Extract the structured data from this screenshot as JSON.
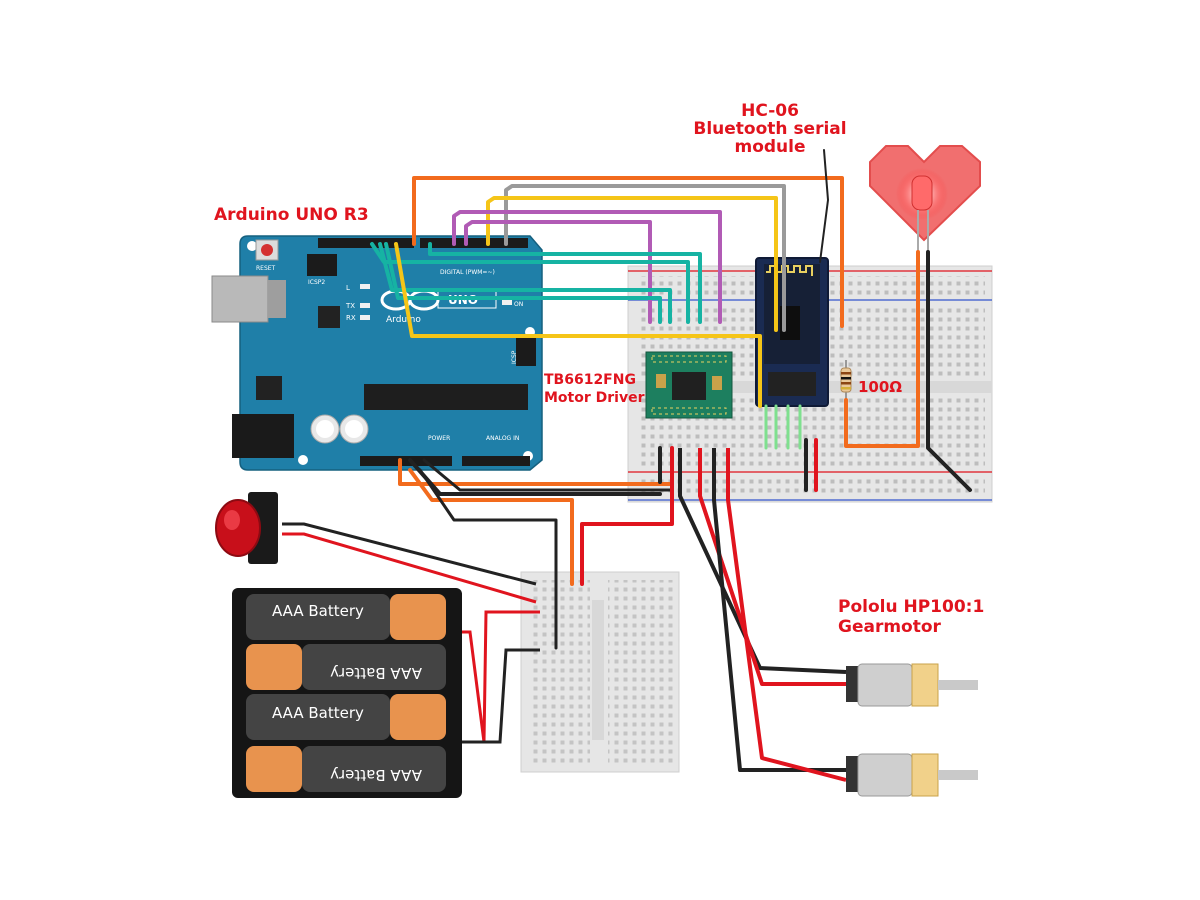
{
  "labels": {
    "arduino": "Arduino UNO R3",
    "hc06_line1": "HC-06",
    "hc06_line2": "Bluetooth serial",
    "hc06_line3": "module",
    "driver_line1": "TB6612FNG",
    "driver_line2": "Motor Driver",
    "resistor": "100Ω",
    "motor_line1": "Pololu HP100:1",
    "motor_line2": "Gearmotor"
  },
  "arduino_board": {
    "reset": "RESET",
    "icsp2": "ICSP2",
    "icsp": "ICSP",
    "brand": "Arduino",
    "uno": "UNO",
    "tx": "TX",
    "rx": "RX",
    "on": "ON",
    "l": "L",
    "digital": "DIGITAL (PWM=~)",
    "power": "POWER",
    "analog": "ANALOG IN"
  },
  "batteries": [
    {
      "label": "AAA Battery"
    },
    {
      "label": "AAA Battery"
    },
    {
      "label": "AAA Battery"
    },
    {
      "label": "AAA Battery"
    }
  ],
  "colors": {
    "label_red": "#e0141e",
    "board_teal": "#1f7fa8",
    "wire_orange": "#f26b1d",
    "wire_purple": "#b15bb5",
    "wire_yellow": "#f5c518",
    "wire_gray": "#9a9a9a",
    "wire_teal": "#16b3a3",
    "wire_red": "#e0141e",
    "wire_black": "#222222",
    "led_red": "#f04040"
  }
}
